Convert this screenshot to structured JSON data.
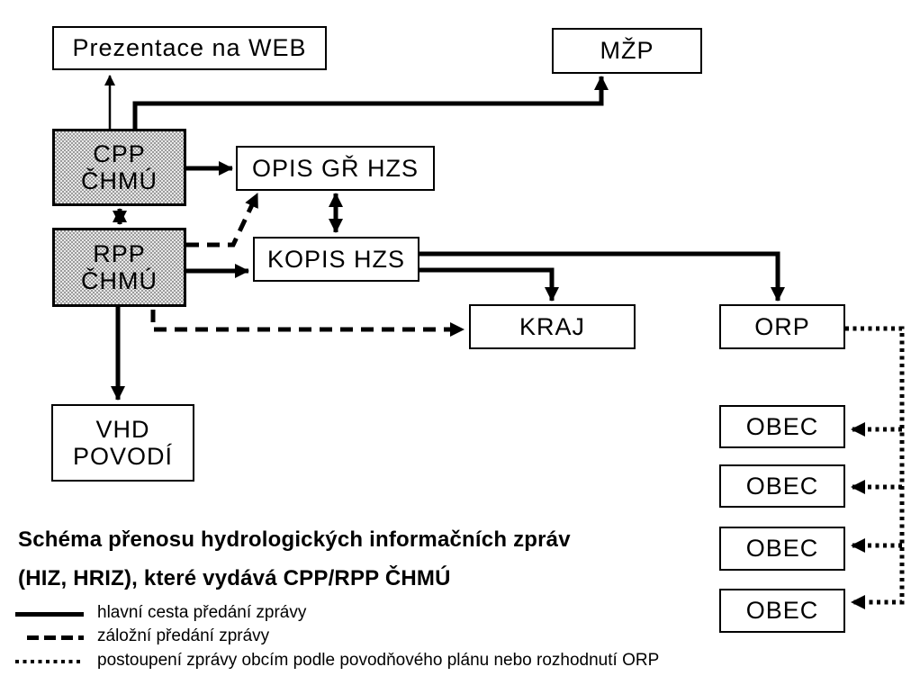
{
  "title": {
    "line1": "Schéma přenosu hydrologických informačních zpráv",
    "line2": "(HIZ, HRIZ), které vydává CPP/RPP ČHMÚ"
  },
  "nodes": {
    "web": {
      "label": "Prezentace na WEB"
    },
    "mzp": {
      "label": "MŽP"
    },
    "cpp": {
      "label": "CPP\nČHMÚ"
    },
    "opis": {
      "label": "OPIS GŘ HZS"
    },
    "rpp": {
      "label": "RPP\nČHMÚ"
    },
    "kopis": {
      "label": "KOPIS HZS"
    },
    "kraj": {
      "label": "KRAJ"
    },
    "orp": {
      "label": "ORP"
    },
    "vhd": {
      "label": "VHD\nPOVODÍ"
    },
    "obec": {
      "labels": [
        "OBEC",
        "OBEC",
        "OBEC",
        "OBEC"
      ]
    }
  },
  "legend": {
    "items": [
      {
        "style": "solid",
        "label": "hlavní cesta předání zprávy"
      },
      {
        "style": "dashed",
        "label": "záložní předání zprávy"
      },
      {
        "style": "dotted",
        "label": "postoupení zprávy obcím podle povodňového plánu nebo rozhodnutí ORP"
      }
    ]
  },
  "colors": {
    "line": "#000000",
    "background": "#ffffff",
    "node_fill": "#ffffff",
    "chmu_pattern_dark": "#9c9c9c",
    "chmu_pattern_light": "#e8e8e8"
  }
}
